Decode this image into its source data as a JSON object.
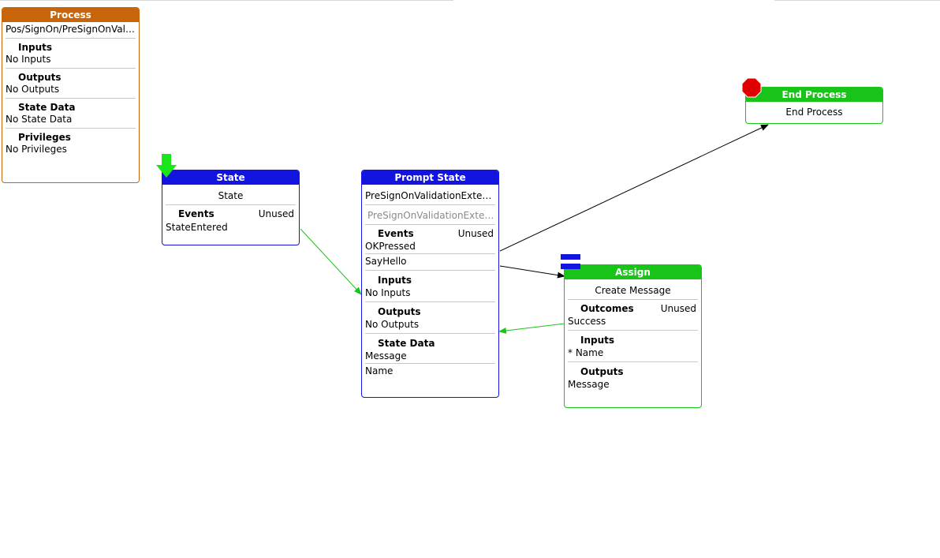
{
  "process": {
    "title": "Process",
    "path": "Pos/SignOn/PreSignOnVali...",
    "inputs_label": "Inputs",
    "inputs_value": "No Inputs",
    "outputs_label": "Outputs",
    "outputs_value": "No Outputs",
    "state_data_label": "State Data",
    "state_data_value": "No State Data",
    "privileges_label": "Privileges",
    "privileges_value": "No Privileges"
  },
  "state": {
    "title": "State",
    "name": "State",
    "events_label": "Events",
    "unused_label": "Unused",
    "events": [
      "StateEntered"
    ]
  },
  "prompt_state": {
    "title": "Prompt State",
    "line1": "PreSignOnValidationExtens...",
    "line2": "PreSignOnValidationExten...",
    "events_label": "Events",
    "unused_label": "Unused",
    "events": [
      "OKPressed",
      "SayHello"
    ],
    "inputs_label": "Inputs",
    "inputs_value": "No Inputs",
    "outputs_label": "Outputs",
    "outputs_value": "No Outputs",
    "state_data_label": "State Data",
    "state_data": [
      "Message",
      "Name"
    ]
  },
  "assign": {
    "title": "Assign",
    "name": "Create Message",
    "outcomes_label": "Outcomes",
    "unused_label": "Unused",
    "outcomes": [
      "Success"
    ],
    "inputs_label": "Inputs",
    "inputs_value": "* Name",
    "outputs_label": "Outputs",
    "outputs_value": "Message"
  },
  "end_process": {
    "title": "End Process",
    "name": "End Process"
  },
  "icons": {
    "start": "start-arrow-icon",
    "stop": "stop-sign-icon",
    "assign": "assign-equals-icon"
  },
  "colors": {
    "process": "#c8640a",
    "state": "#1414e0",
    "action": "#19c419",
    "link_green": "#19c419",
    "link_black": "#000000",
    "stop": "#e00000"
  }
}
